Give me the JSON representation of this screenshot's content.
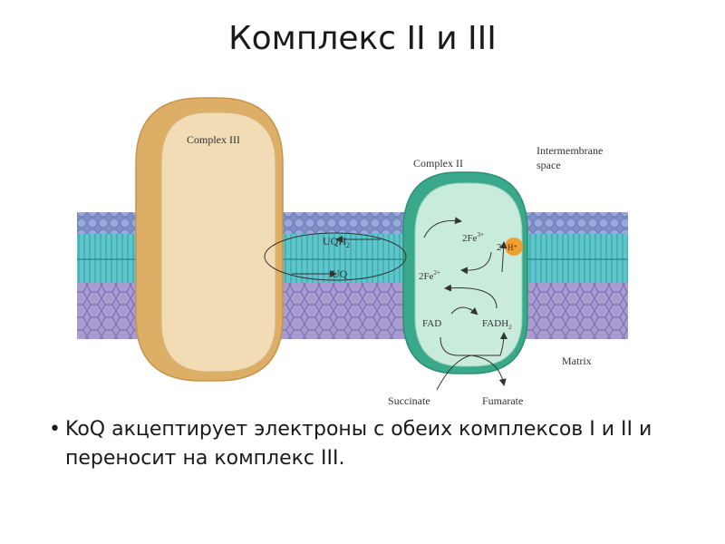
{
  "slide": {
    "title": "Комплекс II и III",
    "bullet": "KoQ акцептирует электроны с обеих комплексов I и II и переносит на комплекс III."
  },
  "diagram": {
    "labels": {
      "complex3": "Complex III",
      "complex2": "Complex II",
      "intermembrane_line1": "Intermembrane",
      "intermembrane_line2": "space",
      "matrix": "Matrix",
      "uqh2": "UQH",
      "uqh2_sub": "2",
      "uq": "UQ",
      "fe3": "2Fe",
      "fe3_sup": "3+",
      "fe2": "2Fe",
      "fe2_sup": "2+",
      "two": "2",
      "hplus": "H⁺",
      "fad": "FAD",
      "fadh2": "FADH",
      "fadh2_sub": "2",
      "succinate": "Succinate",
      "fumarate": "Fumarate"
    },
    "colors": {
      "membrane_head_top": "#8fa0d0",
      "membrane_head_bottom": "#a99cd0",
      "membrane_core": "#5cc4c8",
      "complex3_fill": "#f2d9b0",
      "complex3_edge": "#d9a55a",
      "complex2_fill": "#c8eadb",
      "complex2_edge": "#3aa88a",
      "hplus": "#f0a030"
    }
  }
}
